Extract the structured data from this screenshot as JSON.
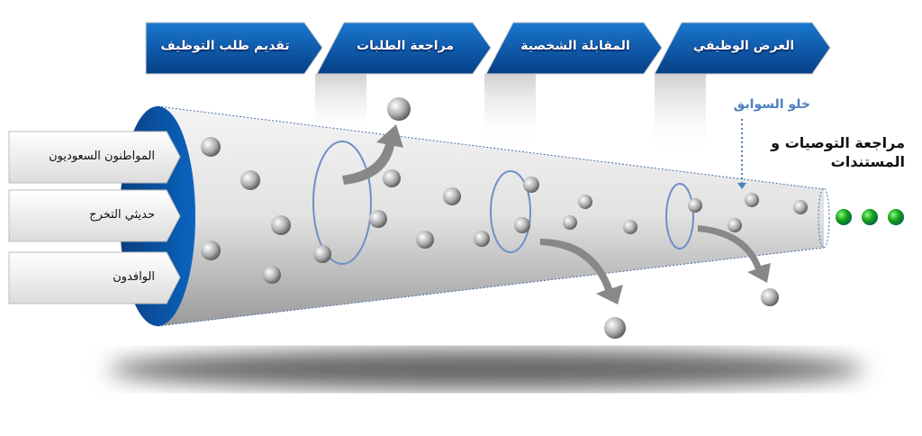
{
  "stages": [
    {
      "label": "تقديم طلب التوظيف"
    },
    {
      "label": "مراجعة الطلبات"
    },
    {
      "label": "المقابلة الشخصية"
    },
    {
      "label": "العرض الوظيفي"
    }
  ],
  "sources": [
    {
      "label": "المواطنون السعوديون"
    },
    {
      "label": "حديثي التخرج"
    },
    {
      "label": "الوافدون"
    }
  ],
  "annotations": {
    "clearance": "خلو السوابق",
    "review": "مراجعة التوصيات و المستندات"
  },
  "colors": {
    "banner": "#0a5fb0",
    "accent": "#4f7fc0",
    "green": "#1aa31a",
    "funnel_lip": "#0a5fb0"
  }
}
